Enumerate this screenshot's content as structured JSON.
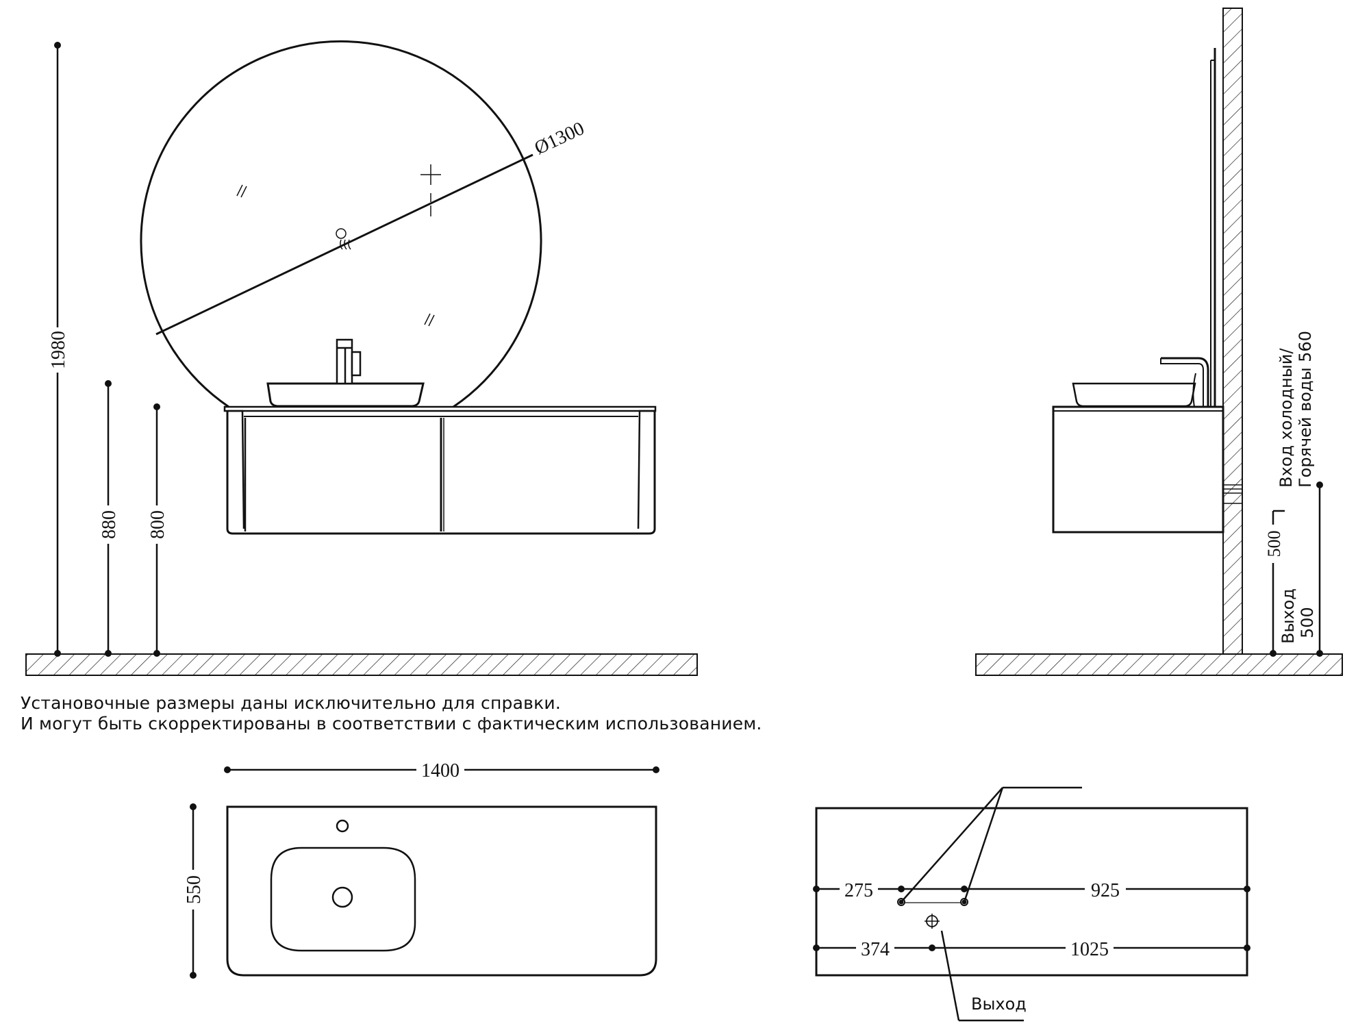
{
  "colors": {
    "line": "#111111",
    "background": "#ffffff"
  },
  "front_view": {
    "mirror_diameter": "Ø1300",
    "height_total": "1980",
    "height_basin_top": "880",
    "height_cabinet_top": "800"
  },
  "side_view": {
    "supply_label_line1": "Вход холодный/",
    "supply_label_line2": "Горячей воды 560",
    "outlet_height": "500",
    "outlet_label_line1": "Выход",
    "outlet_label_line2": "500"
  },
  "note": {
    "line1": "Установочные размеры даны исключительно для справки.",
    "line2": "И могут быть скорректированы в соответствии с фактическим использованием."
  },
  "top_view": {
    "width": "1400",
    "depth": "550"
  },
  "back_view": {
    "supply_left": "275",
    "supply_right": "925",
    "outlet_left": "374",
    "outlet_right": "1025",
    "outlet_label": "Выход"
  }
}
